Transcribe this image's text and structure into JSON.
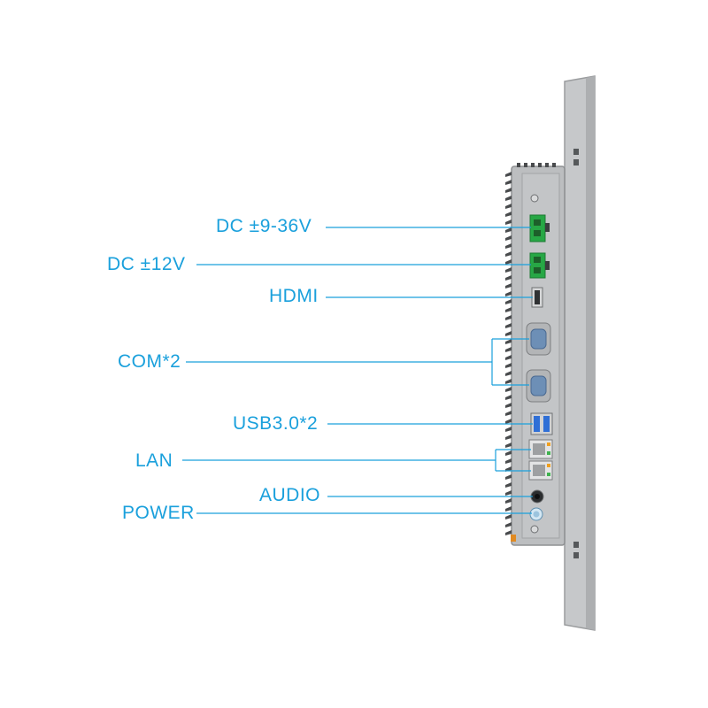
{
  "accent_color": "#1aa0dc",
  "device": {
    "panel_color": "#c4c6c8",
    "body_color": "#b9bbbd",
    "connector_green": "#27a745",
    "port_blue": "#2f6fd6"
  },
  "labels": {
    "dc_wide": "DC ±9-36V",
    "dc_12v": "DC ±12V",
    "hdmi": "HDMI",
    "com": "COM*2",
    "usb": "USB3.0*2",
    "lan": "LAN",
    "audio": "AUDIO",
    "power": "POWER"
  }
}
